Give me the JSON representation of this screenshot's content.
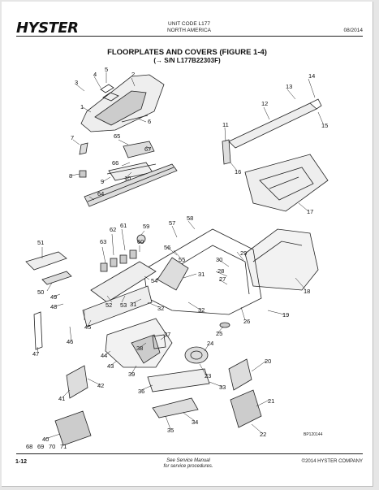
{
  "header": {
    "brand": "HYSTER",
    "unit_code": "UNIT CODE L177",
    "region": "NORTH AMERICA",
    "date": "08/2014"
  },
  "title": "FLOORPLATES AND COVERS (FIGURE 1-4)",
  "subtitle": "(→ S/N L177B22303F)",
  "figure_code": "BP120144",
  "callouts": [
    "1",
    "2",
    "3",
    "4",
    "5",
    "6",
    "7",
    "8",
    "9",
    "10",
    "11",
    "12",
    "13",
    "14",
    "15",
    "16",
    "17",
    "18",
    "19",
    "20",
    "21",
    "22",
    "23",
    "24",
    "25",
    "26",
    "27",
    "28",
    "29",
    "30",
    "31",
    "31",
    "32",
    "32",
    "33",
    "34",
    "35",
    "36",
    "37",
    "38",
    "39",
    "40",
    "41",
    "42",
    "43",
    "44",
    "45",
    "46",
    "47",
    "48",
    "49",
    "50",
    "51",
    "52",
    "53",
    "54",
    "55",
    "56",
    "57",
    "58",
    "59",
    "60",
    "61",
    "62",
    "63",
    "64",
    "65",
    "66",
    "67",
    "68",
    "69",
    "70",
    "71"
  ],
  "footer": {
    "page_number": "1-12",
    "note_line1": "See Service Manual",
    "note_line2": "for service procedures.",
    "copyright": "©2014 HYSTER COMPANY"
  }
}
